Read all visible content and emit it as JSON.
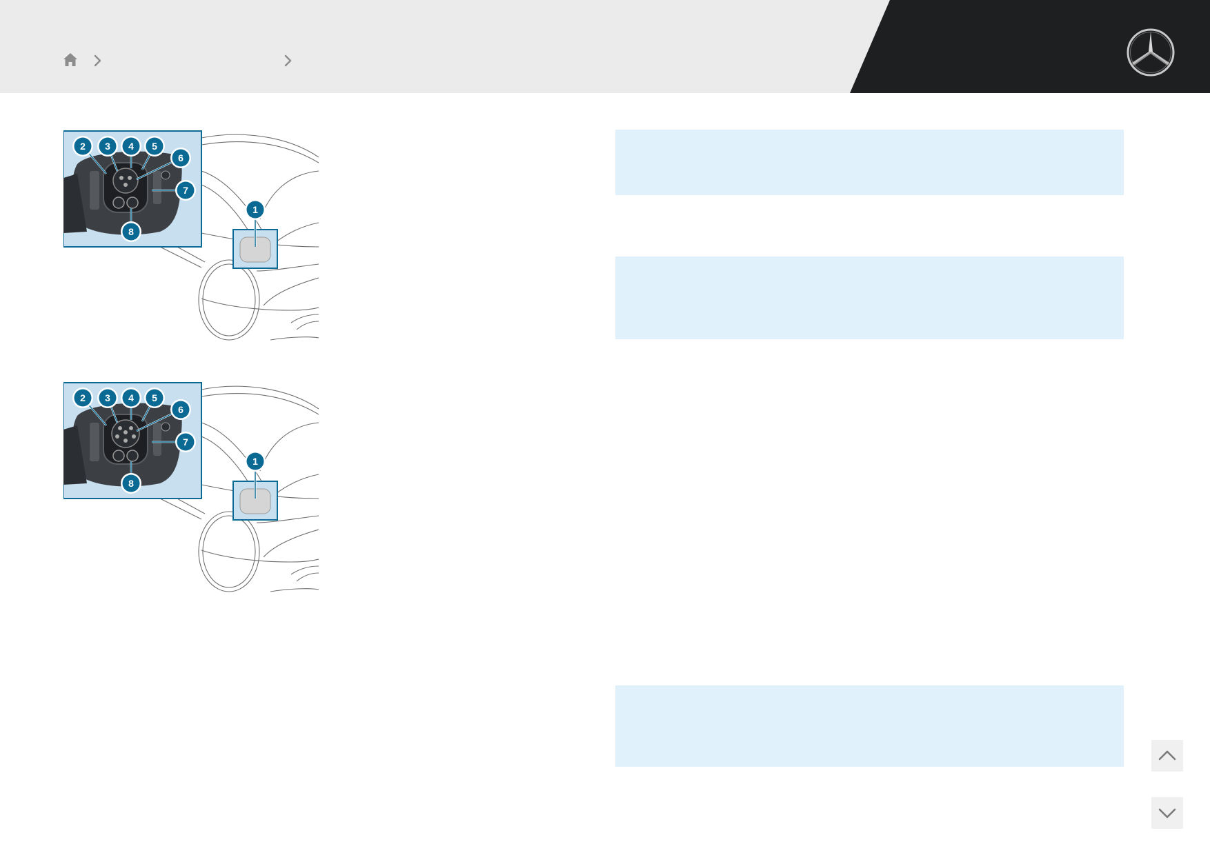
{
  "header": {
    "background_color": "#ebebeb",
    "accent_panel_color": "#1e1f21",
    "breadcrumb": [
      {
        "icon": "home-icon"
      },
      {
        "icon": "chevron-right-icon"
      },
      {
        "icon": "chevron-right-icon"
      }
    ],
    "logo": "mercedes-star-logo"
  },
  "illustrations": [
    {
      "callouts": [
        "1",
        "2",
        "3",
        "4",
        "5",
        "6",
        "7",
        "8"
      ],
      "inset_color": "#c7dfee",
      "badge_color": "#0b6a94"
    },
    {
      "callouts": [
        "1",
        "2",
        "3",
        "4",
        "5",
        "6",
        "7",
        "8"
      ],
      "inset_color": "#c7dfee",
      "badge_color": "#0b6a94"
    }
  ],
  "info_boxes": [
    {
      "color": "#e0f1fb"
    },
    {
      "color": "#e0f1fb"
    },
    {
      "color": "#e0f1fb"
    }
  ],
  "page_nav": {
    "up_icon": "chevron-up-icon",
    "down_icon": "chevron-down-icon"
  }
}
